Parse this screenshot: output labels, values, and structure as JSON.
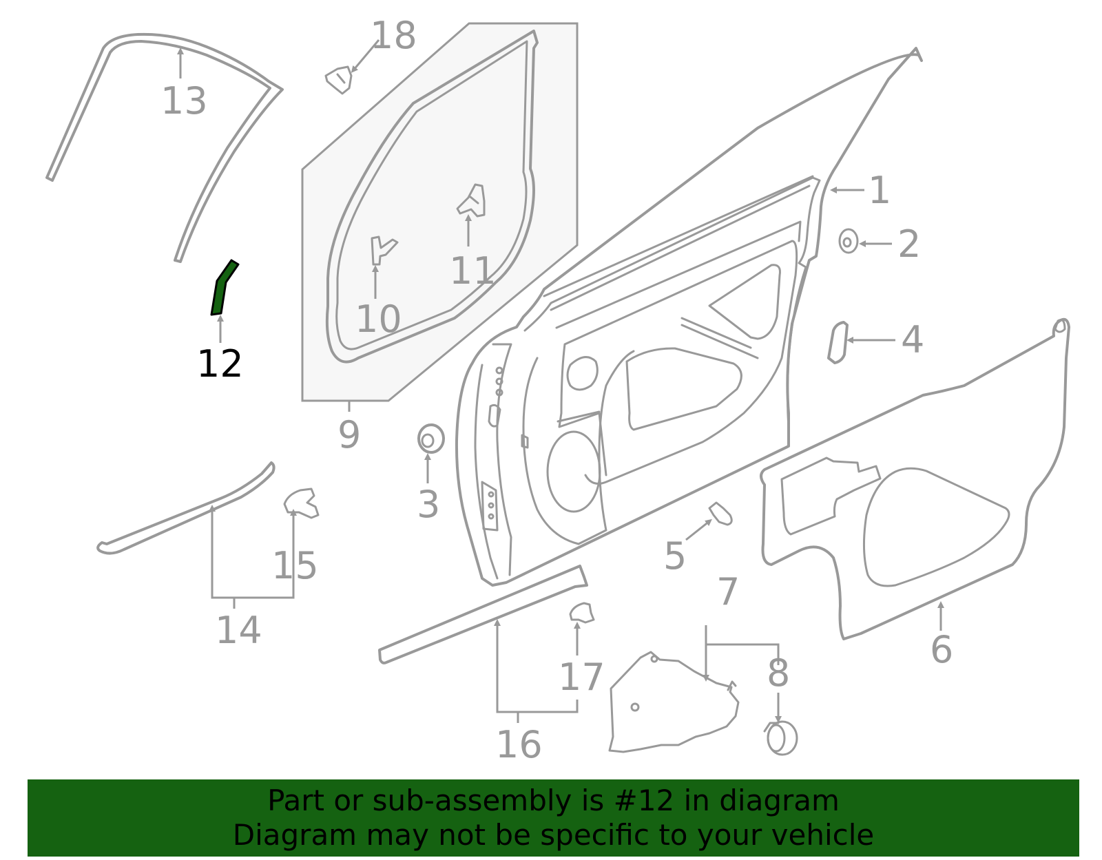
{
  "callouts": {
    "n1": "1",
    "n2": "2",
    "n3": "3",
    "n4": "4",
    "n5": "5",
    "n6": "6",
    "n7": "7",
    "n8": "8",
    "n9": "9",
    "n10": "10",
    "n11": "11",
    "n12": "12",
    "n13": "13",
    "n14": "14",
    "n15": "15",
    "n16": "16",
    "n17": "17",
    "n18": "18"
  },
  "highlighted_part": "12",
  "colors": {
    "line": "#999999",
    "highlight_fill": "#156211",
    "highlight_text": "#000000",
    "banner_bg": "#156211"
  },
  "banner": {
    "line1": "Part or sub-assembly is #12 in diagram",
    "line2": "Diagram may not be specific to your vehicle"
  }
}
